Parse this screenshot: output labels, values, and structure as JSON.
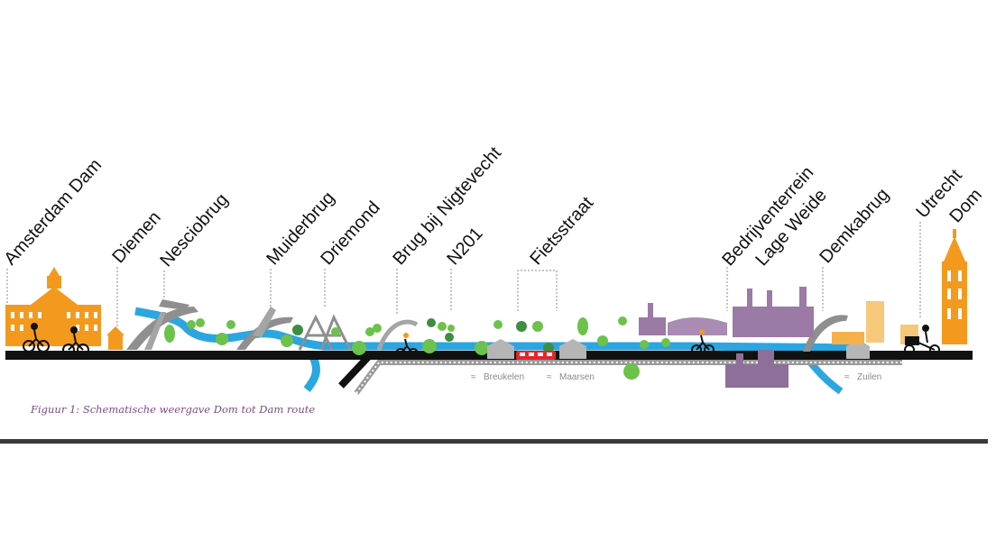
{
  "labels": {
    "amsterdam_dam": "Amsterdam Dam",
    "diemen": "Diemen",
    "nesciobrug": "Nesciobrug",
    "muiderbrug": "Muiderbrug",
    "driemond": "Driemond",
    "brug_nigtevecht": "Brug bij Nigtevecht",
    "n201": "N201",
    "fietsstraat": "Fietsstraat",
    "bedrijventerrein": "Bedrijventerrein",
    "lage_weide": "Lage Weide",
    "demkabrug": "Demkabrug",
    "utrecht": "Utrecht",
    "dom": "Dom"
  },
  "stations": {
    "breukelen": "Breukelen",
    "maarsen": "Maarsen",
    "zuilen": "Zuilen"
  },
  "caption": "Figuur 1: Schematische weergave Dom tot Dam route",
  "colors": {
    "orange": "#f39a1e",
    "water": "#2ba6e0",
    "tree": "#6cc24a",
    "tree_dark": "#3e8e41",
    "bridge": "#8f8f8f",
    "industry": "#9b7aa6",
    "road": "#111111",
    "rail": "#9a9a9a",
    "train": "#e5252a",
    "caption": "#7b4b86"
  },
  "icons": [
    "cyclist-icon",
    "tree-icon",
    "bridge-icon",
    "station-icon",
    "train-icon",
    "dom-tower-icon",
    "palace-icon",
    "factory-icon"
  ]
}
